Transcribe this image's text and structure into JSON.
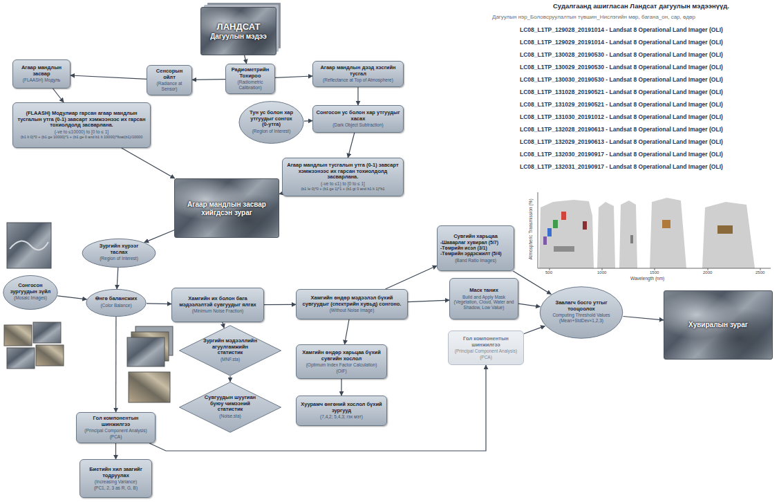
{
  "diagram": {
    "title": "Судалгаанд ашигласан Ландсат дагуулын мэдээнүүд.",
    "nodes": [
      {
        "text": [
          "ЛАНДСАТ",
          "Дагуулын мэдээ"
        ]
      },
      {
        "text": [
          "Агаар мандлын засвар",
          "(FLAASH) Модуль"
        ]
      },
      {
        "text": [
          "Сенсорын ойлт",
          "(Radiance at Sensor)"
        ]
      },
      {
        "text": [
          "Радиометрийн Тохироо",
          "(Radiometric Calibration)"
        ]
      },
      {
        "text": [
          "Агаар мандлын дээд хэсгийн тусгал",
          "(Reflectance at Top of Atmosphere)"
        ]
      },
      {
        "text": [
          "(FLAASH) Модулиар гарсан агаар мандлын тусгалын утга (0-1) завсарт хэмжээнээс их гарсан тохиолдолд засварлана.",
          "(-ve to ≤10000) to [0 to ≤ 1]",
          "(b1 lt 0)*0 + (b1 ge 10000)*1 + (b1 ge 0 and b1 lt 10000)*float(b1)/10000"
        ]
      },
      {
        "text": [
          "Тун ус болон хар утгуудыг сонгох (0-утга)",
          "(Region of Interest)"
        ]
      },
      {
        "text": [
          "Сонгосон ус болон хар утгуудыг хасах",
          "(Dark Object Subtraction)"
        ]
      },
      {
        "text": [
          "Агаар мандлын тусгалын утга (0-1) завсарт хэмжээнээс их гарсан тохиолдолд засварлана.",
          "(-ve to ≤1) to [0 to ≤ 1]",
          "(b1 le 0)*0 + (b1 ge 1)*1 + (b1 gt 0 and b1 lt 1)*b1"
        ]
      },
      {
        "text": [
          "Агаар мандлын засвар хийгдсэн зураг"
        ]
      },
      {
        "text": [
          "Зургийн хүрээг таслах",
          "(Region of Interest)"
        ]
      },
      {
        "text": [
          "Сонгосон зургуудын зүйл",
          "(Mosaic Images)"
        ]
      },
      {
        "text": [
          "Өнгө балансжих",
          "(Color Balance)"
        ]
      },
      {
        "text": [
          "Хамгийн их болон бага мэдээлэлтэй сувгуудыг ялгах",
          "(Minimum Noise Fraction)"
        ]
      },
      {
        "text": [
          "Хамгийн өндөр мэдээлэл бүхий сувгуудыг (спектрийн хувьд) сонгоно.",
          "(Without Noise Image)"
        ]
      },
      {
        "text": [
          "Зургийн мэдээллийн агуулгамжийн статистик",
          "(MNF.sta)"
        ]
      },
      {
        "text": [
          "Сувгуудын шуугиан буюу чимээний статистик",
          "(Noise.sta)"
        ]
      },
      {
        "text": [
          "Хамгийн өндөр харьцаа бүхий сувгийн хослол",
          "(Optimum Index Factor Calculation)",
          "(OIF)"
        ]
      },
      {
        "text": [
          "Хуурамч өнгөний хослол бүхий зургууд",
          "(7,4,2; 5,4,3; гэх мэт)"
        ]
      },
      {
        "text": [
          "Сувгийн харьцаа",
          "-Шаварлаг хувирал (5/7)",
          "-Төмрийн исэл (3/1)",
          "-Төмрийн эрдэсжилт (5/4)",
          "(Band Ratio Images)"
        ]
      },
      {
        "text": [
          "Маск таних",
          "Build and Apply Mask (Vegetation, Cloud, Water and Shadow, Low Value)"
        ]
      },
      {
        "text": [
          "Заалагч босго утгыг тооцоолох",
          "Computing Threshold Values (Mean+StdDev×1,2,3)"
        ]
      },
      {
        "text": [
          "Хувиралын зураг"
        ]
      },
      {
        "text": [
          "Гол компонентын шинжилгээ",
          "(Principal Component Analysis)",
          "(PCA)"
        ]
      },
      {
        "text": [
          "Гол компонентын шинжилгээ",
          "(Principal Component Analysis)",
          "(PCA)"
        ]
      },
      {
        "text": [
          "Биетийн хил заагийг тодруулах",
          "(Increasing Variance)",
          "(PC1, 2, 3 as R, G, B)"
        ]
      }
    ],
    "edges": [
      {
        "from": 0,
        "to": 3,
        "arrow": "to"
      },
      {
        "from": 3,
        "to": 2,
        "arrow": "to"
      },
      {
        "from": 2,
        "to": 1,
        "arrow": "to"
      },
      {
        "from": 3,
        "to": 4,
        "arrow": "to"
      },
      {
        "from": 1,
        "to": 5,
        "arrow": "to"
      },
      {
        "from": 4,
        "to": 7,
        "arrow": "to"
      },
      {
        "from": 6,
        "to": 7,
        "arrow": "to"
      },
      {
        "from": 7,
        "to": 8,
        "arrow": "to"
      },
      {
        "from": 5,
        "to": 9,
        "arrow": "to"
      },
      {
        "from": 8,
        "to": 9,
        "arrow": "to"
      },
      {
        "from": 9,
        "to": 10,
        "arrow": "to"
      },
      {
        "from": 10,
        "to": 12,
        "arrow": "to"
      },
      {
        "from": 11,
        "to": 12,
        "arrow": "to"
      },
      {
        "from": 12,
        "to": 13,
        "arrow": "to"
      },
      {
        "from": 13,
        "to": 14,
        "arrow": "to"
      },
      {
        "from": 13,
        "to": 15,
        "arrow": "to"
      },
      {
        "from": 15,
        "to": 16,
        "arrow": "to"
      },
      {
        "from": 14,
        "to": 17,
        "arrow": "to"
      },
      {
        "from": 17,
        "to": 18,
        "arrow": "to"
      },
      {
        "from": 14,
        "to": 19,
        "arrow": "to"
      },
      {
        "from": 14,
        "to": 20,
        "arrow": "to"
      },
      {
        "from": 19,
        "to": 21,
        "arrow": "to"
      },
      {
        "from": 20,
        "to": 21,
        "arrow": "to"
      },
      {
        "from": 23,
        "to": 21,
        "arrow": "to"
      },
      {
        "from": 21,
        "to": 22,
        "arrow": "to"
      },
      {
        "from": 12,
        "to": 24,
        "arrow": "to"
      },
      {
        "from": 24,
        "to": 25,
        "arrow": "to"
      },
      {
        "from": 24,
        "to": 23,
        "arrow": "to"
      }
    ],
    "labels": [
      "Дагуулын нэр_Боловсруулалтын түвшин_Нислэгийн мөр, багана_он, сар, өдөр",
      "LC08_L1TP_129028_20191014 - Landsat 8 Operational Land Imager (OLI)",
      "LC08_L1TP_129029_20191014 - Landsat 8 Operational Land Imager (OLI)",
      "LC08_L1TP_130028_20190530 - Landsat 8 Operational Land Imager (OLI)",
      "LC08_L1TP_130029_20190530 - Landsat 8 Operational Land Imager (OLI)",
      "LC08_L1TP_130030_20190530 - Landsat 8 Operational Land Imager (OLI)",
      "LC08_L1TP_131028_20190521 - Landsat 8 Operational Land Imager (OLI)",
      "LC08_L1TP_131029_20190521 - Landsat 8 Operational Land Imager (OLI)",
      "LC08_L1TP_131030_20191012 - Landsat 8 Operational Land Imager (OLI)",
      "LC08_L1TP_132028_20190613 - Landsat 8 Operational Land Imager (OLI)",
      "LC08_L1TP_132029_20190613 - Landsat 8 Operational Land Imager (OLI)",
      "LC08_L1TP_132030_20190917 - Landsat 8 Operational Land Imager (OLI)",
      "LC08_L1TP_132031_20190917 - Landsat 8 Operational Land Imager (OLI)",
      "Atmospheric Transmission (%)",
      "Wavelength (nm)",
      "500",
      "1000",
      "1500",
      "2000",
      "2500"
    ]
  }
}
